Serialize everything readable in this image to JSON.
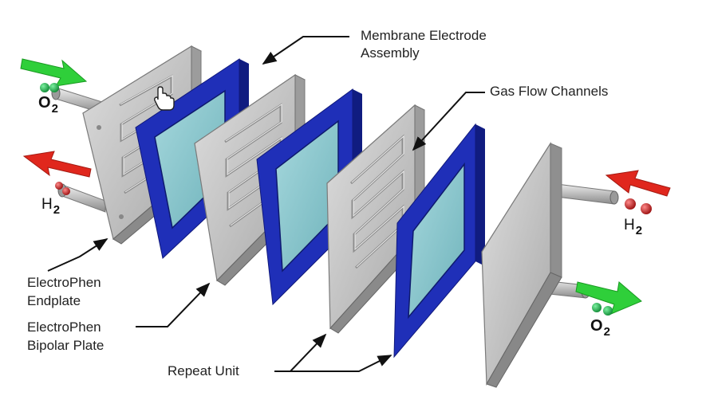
{
  "labels": {
    "mea_line1": "Membrane Electrode",
    "mea_line2": "Assembly",
    "gas_flow": "Gas Flow Channels",
    "endplate_line1": "ElectroPhen",
    "endplate_line2": "Endplate",
    "bipolar_line1": "ElectroPhen",
    "bipolar_line2": "Bipolar Plate",
    "repeat_unit": "Repeat Unit"
  },
  "chemicals": {
    "left_oxygen": {
      "symbol": "O",
      "sub": "2"
    },
    "left_hydrogen": {
      "symbol": "H",
      "sub": "2"
    },
    "right_hydrogen": {
      "symbol": "H",
      "sub": "2"
    },
    "right_oxygen": {
      "symbol": "O",
      "sub": "2"
    }
  },
  "colors": {
    "plate_face": "#c9c9c9",
    "plate_edge": "#8e8e8e",
    "membrane_frame": "#1f2fb8",
    "membrane_core": "#8cc9cf",
    "oxygen_arrow": "#2fcf3a",
    "hydrogen_arrow": "#e0271d",
    "oxygen_molecule": "#1fb04a",
    "hydrogen_molecule": "#cc1c1c"
  },
  "icons": [
    "hand-cursor-icon"
  ]
}
